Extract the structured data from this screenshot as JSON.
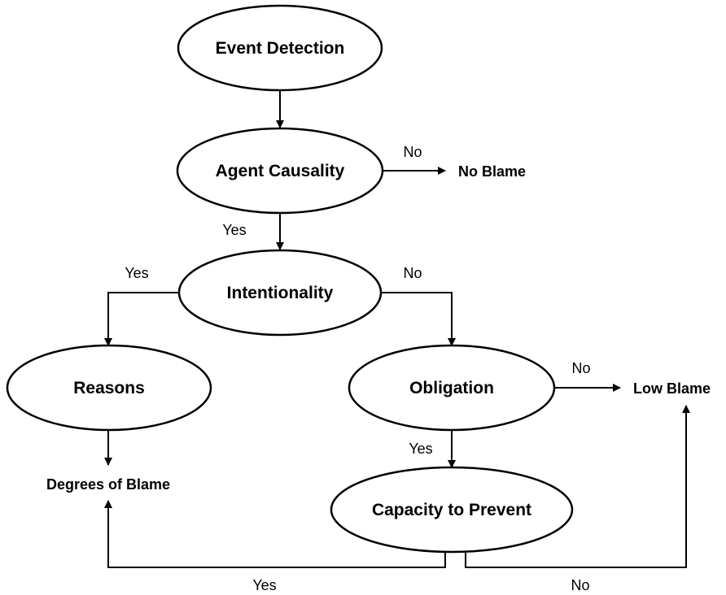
{
  "nodes": {
    "event_detection": "Event Detection",
    "agent_causality": "Agent Causality",
    "intentionality": "Intentionality",
    "reasons": "Reasons",
    "obligation": "Obligation",
    "capacity_to_prevent": "Capacity to Prevent"
  },
  "outcomes": {
    "no_blame": "No Blame",
    "low_blame": "Low Blame",
    "degrees_of_blame": "Degrees of Blame"
  },
  "edge_labels": {
    "causality_no": "No",
    "causality_yes": "Yes",
    "intentionality_yes": "Yes",
    "intentionality_no": "No",
    "obligation_no": "No",
    "obligation_yes": "Yes",
    "capacity_yes": "Yes",
    "capacity_no": "No"
  },
  "colors": {
    "stroke": "#000000",
    "background": "#ffffff"
  }
}
